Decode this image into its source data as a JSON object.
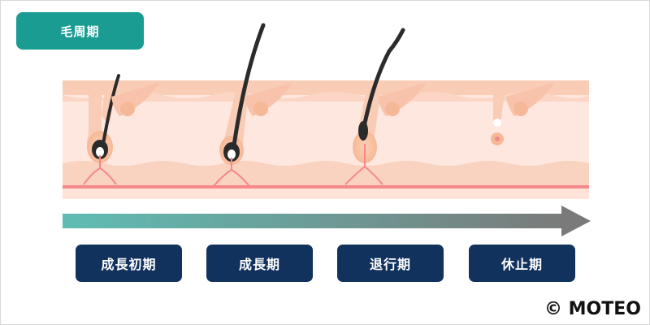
{
  "title": "毛周期",
  "phases": [
    "成長初期",
    "成長期",
    "退行期",
    "休止期"
  ],
  "credit": "© MOTEO",
  "colors": {
    "teal": "#1a9c93",
    "navy": "#12325e",
    "skin_light": "#fde3d8",
    "skin_dark": "#f8c9b2",
    "vessel": "#f4888a",
    "hair": "#2b2b2b"
  }
}
